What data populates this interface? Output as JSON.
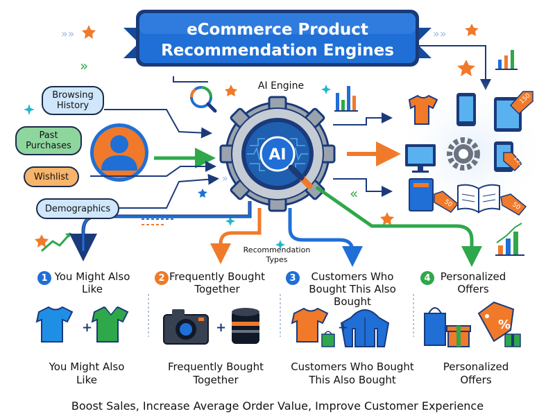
{
  "title": {
    "line1": "eCommerce Product",
    "line2": "Recommendation Engines"
  },
  "engine": {
    "label": "AI Engine",
    "core": "AI"
  },
  "inputs": [
    {
      "label": "Browsing History"
    },
    {
      "label": "Past Purchases"
    },
    {
      "label": "Wishlist"
    },
    {
      "label": "Demographics"
    }
  ],
  "types_label": "Recommendation Types",
  "columns": [
    {
      "number": "1",
      "title": "You Might Also Like",
      "footer": "You Might Also Like"
    },
    {
      "number": "2",
      "title": "Frequently Bought Together",
      "footer": "Frequently Bought Together"
    },
    {
      "number": "3",
      "title": "Customers Who Bought This Also Bought",
      "footer": "Customers Who Bought This Also Bought"
    },
    {
      "number": "4",
      "title": "Personalized Offers",
      "footer": "Personalized Offers"
    }
  ],
  "plus": "+",
  "tags": [
    "150",
    "125",
    "50",
    "50"
  ],
  "discount": "%",
  "footer": "Boost Sales, Increase Average Order Value, Improve Customer Experience",
  "colors": {
    "blue": "#1f6fd6",
    "navy": "#1a3a7a",
    "orange": "#f07a2a",
    "green": "#2ea84a",
    "gray": "#6b7280",
    "teal": "#22b5c8"
  }
}
